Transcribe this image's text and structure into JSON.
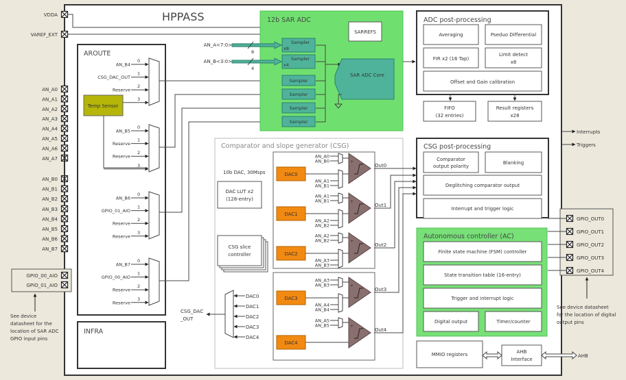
{
  "title": "HPPASS",
  "colors": {
    "background": "#ece9dc",
    "sar_adc_bg": "#6fe06f",
    "sampler": "#4fb39b",
    "dac": "#f28a12",
    "comparator": "#8a6f6f",
    "temp_sensor": "#b5b50a",
    "ac_bg": "#77e077"
  },
  "top_pins": {
    "vdda": "VDDA",
    "varef_ext": "VAREF_EXT"
  },
  "left_pins_a": [
    "AN_A0",
    "AN_A1",
    "AN_A2",
    "AN_A3",
    "AN_A4",
    "AN_A5",
    "AN_A6",
    "AN_A7"
  ],
  "left_pins_b": [
    "AN_B0",
    "AN_B1",
    "AN_B2",
    "AN_B3",
    "AN_B4",
    "AN_B5",
    "AN_B6",
    "AN_B7"
  ],
  "gpio_in": {
    "pins": [
      "GPIO_00_AIO",
      "GPIO_01_AIO"
    ],
    "note": [
      "See device",
      "datasheet for the",
      "location of SAR ADC",
      "GPIO input pins"
    ]
  },
  "aroute": {
    "title": "AROUTE",
    "temp_sensor": "Temp Sensor",
    "muxes": [
      {
        "inputs": [
          "AN_B4",
          "CSG_DAC_OUT",
          "Reserve",
          ""
        ]
      },
      {
        "inputs": [
          "AN_B5",
          "Reserve",
          "Reserve",
          ""
        ]
      },
      {
        "inputs": [
          "AN_B6",
          "GPIO_01_AIO",
          "Reserve",
          "Reserve"
        ]
      },
      {
        "inputs": [
          "AN_B7",
          "GPIO_00_AIO",
          "Reserve",
          "Reserve"
        ]
      }
    ],
    "indices": [
      "0",
      "1",
      "2",
      "3"
    ]
  },
  "infra": {
    "title": "INFRA"
  },
  "sar_adc": {
    "title": "12b SAR ADC",
    "sarrefs": "SARREFS",
    "bus_a": {
      "label": "AN_A<7:0>",
      "width": "8"
    },
    "bus_b": {
      "label": "AN_B<3:0>",
      "width": "4"
    },
    "samplers": [
      {
        "label": "Sampler",
        "sub": "x8"
      },
      {
        "label": "Sampler",
        "sub": "x4"
      },
      {
        "label": "Sampler",
        "sub": ""
      },
      {
        "label": "Sampler",
        "sub": ""
      },
      {
        "label": "Sampler",
        "sub": ""
      },
      {
        "label": "Sampler",
        "sub": ""
      }
    ],
    "core": "SAR ADC Core"
  },
  "adc_post": {
    "title": "ADC post-processing",
    "averaging": "Averaging",
    "pseudo_diff": "Pseduo Differential",
    "fir": "FIR x2 (16 Tap)",
    "limit": [
      "Limit detect",
      "x8"
    ],
    "offset_gain": "Offset and Gain calibration",
    "fifo": [
      "FIFO",
      "(32 entries)"
    ],
    "result_regs": [
      "Result registers",
      "x28"
    ]
  },
  "outputs": {
    "interrupts": "Interrupts",
    "triggers": "Triggers",
    "ahb": "AHB"
  },
  "csg": {
    "title": "Comparator and slope generator (CSG)",
    "dac_spec": "10b DAC, 30Msps",
    "dac_lut": [
      "DAC LUT x2",
      "(128-entry)"
    ],
    "slice_ctrl": [
      "CSG slice",
      "controller"
    ],
    "slices": [
      {
        "dac": "DAC0",
        "plus": [
          "AN_A0",
          "AN_B0"
        ],
        "minus": [
          "AN_A1",
          "AN_B1"
        ],
        "out": "Out0"
      },
      {
        "dac": "DAC1",
        "plus": [
          "AN_A1",
          "AN_B1"
        ],
        "minus": [
          "AN_A2",
          "AN_B2"
        ],
        "out": "Out1"
      },
      {
        "dac": "DAC2",
        "plus": [
          "AN_A2",
          "AN_B2"
        ],
        "minus": [
          "AN_A3",
          "AN_B3"
        ],
        "out": "Out2"
      },
      {
        "dac": "DAC3",
        "plus": [
          "AN_A3",
          "AN_B3"
        ],
        "minus": [
          "AN_A4",
          "AN_B4"
        ],
        "out": "Out3"
      },
      {
        "dac": "DAC4",
        "plus": [
          "AN_A5",
          "AN_B5"
        ],
        "minus": [],
        "out": "Out4"
      }
    ],
    "out_mux_inputs": [
      "DAC0",
      "DAC1",
      "DAC2",
      "DAC3",
      "DAC4"
    ],
    "csg_dac_out": [
      "CSG_DAC",
      "_OUT"
    ],
    "plus_sign": "+",
    "minus_sign": "-"
  },
  "csg_post": {
    "title": "CSG post-processing",
    "polarity": [
      "Comparator",
      "output polarity"
    ],
    "blanking": "Blanking",
    "deglitch": "Deglitching comparator output",
    "int_trig": "Interrupt and trigger logic"
  },
  "ac": {
    "title": "Autonomous controller (AC)",
    "fsm": "Finite state machine (FSM) controller",
    "stt": "State transition table (16-entry)",
    "trig": "Trigger and interrupt logic",
    "dout": "Digital output",
    "timer": "Timer/counter"
  },
  "mmio": "MMIO registers",
  "ahb_if": [
    "AHB",
    "Interface"
  ],
  "gpio_out": {
    "pins": [
      "GPIO_OUT0",
      "GPIO_OUT1",
      "GPIO_OUT2",
      "GPIO_OUT3",
      "GPIO_OUT4"
    ],
    "note": [
      "See device datasheet",
      "for the location of digital",
      "output pins"
    ]
  }
}
